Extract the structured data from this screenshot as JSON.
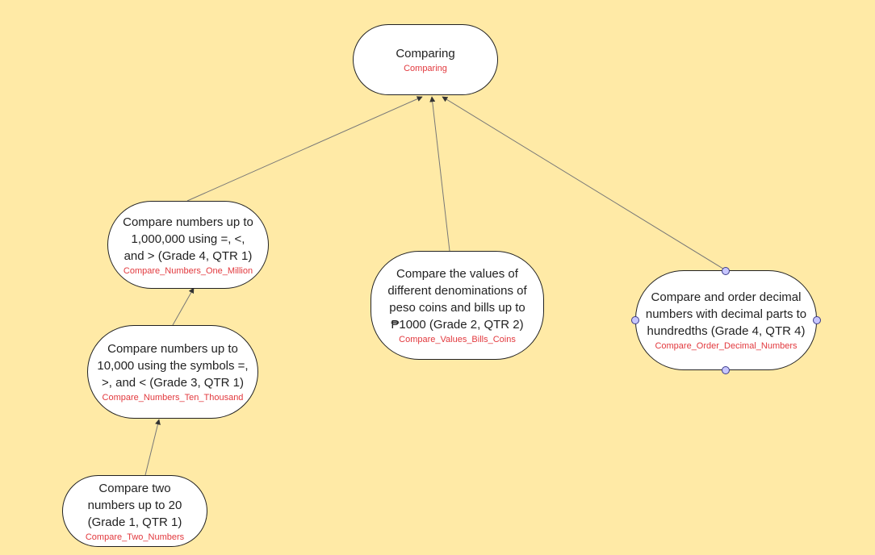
{
  "diagram": {
    "nodes": [
      {
        "id": "comparing",
        "title": "Comparing",
        "subtitle": "Comparing"
      },
      {
        "id": "one_million",
        "title": "Compare numbers up to 1,000,000 using =, <, and > (Grade 4, QTR 1)",
        "subtitle": "Compare_Numbers_One_Million"
      },
      {
        "id": "bills_coins",
        "title": "Compare the values of different denominations of peso coins and bills up to ₱1000 (Grade 2, QTR 2)",
        "subtitle": "Compare_Values_Bills_Coins"
      },
      {
        "id": "decimal",
        "title": "Compare and order decimal numbers with decimal parts to hundredths (Grade 4, QTR 4)",
        "subtitle": "Compare_Order_Decimal_Numbers"
      },
      {
        "id": "ten_thousand",
        "title": "Compare numbers up to 10,000 using the symbols =, >, and < (Grade 3, QTR 1)",
        "subtitle": "Compare_Numbers_Ten_Thousand"
      },
      {
        "id": "two_numbers",
        "title": "Compare two numbers up to 20 (Grade 1, QTR 1)",
        "subtitle": "Compare_Two_Numbers"
      }
    ],
    "edges": [
      {
        "from": "one_million",
        "to": "comparing"
      },
      {
        "from": "bills_coins",
        "to": "comparing"
      },
      {
        "from": "decimal",
        "to": "comparing"
      },
      {
        "from": "ten_thousand",
        "to": "one_million"
      },
      {
        "from": "two_numbers",
        "to": "ten_thousand"
      }
    ],
    "selected_node": "decimal",
    "colors": {
      "background": "#ffeaa6",
      "node_fill": "#ffffff",
      "node_border": "#222222",
      "subtitle": "#e2393e",
      "edge": "#777777",
      "handle": "#c7c6ff"
    }
  }
}
